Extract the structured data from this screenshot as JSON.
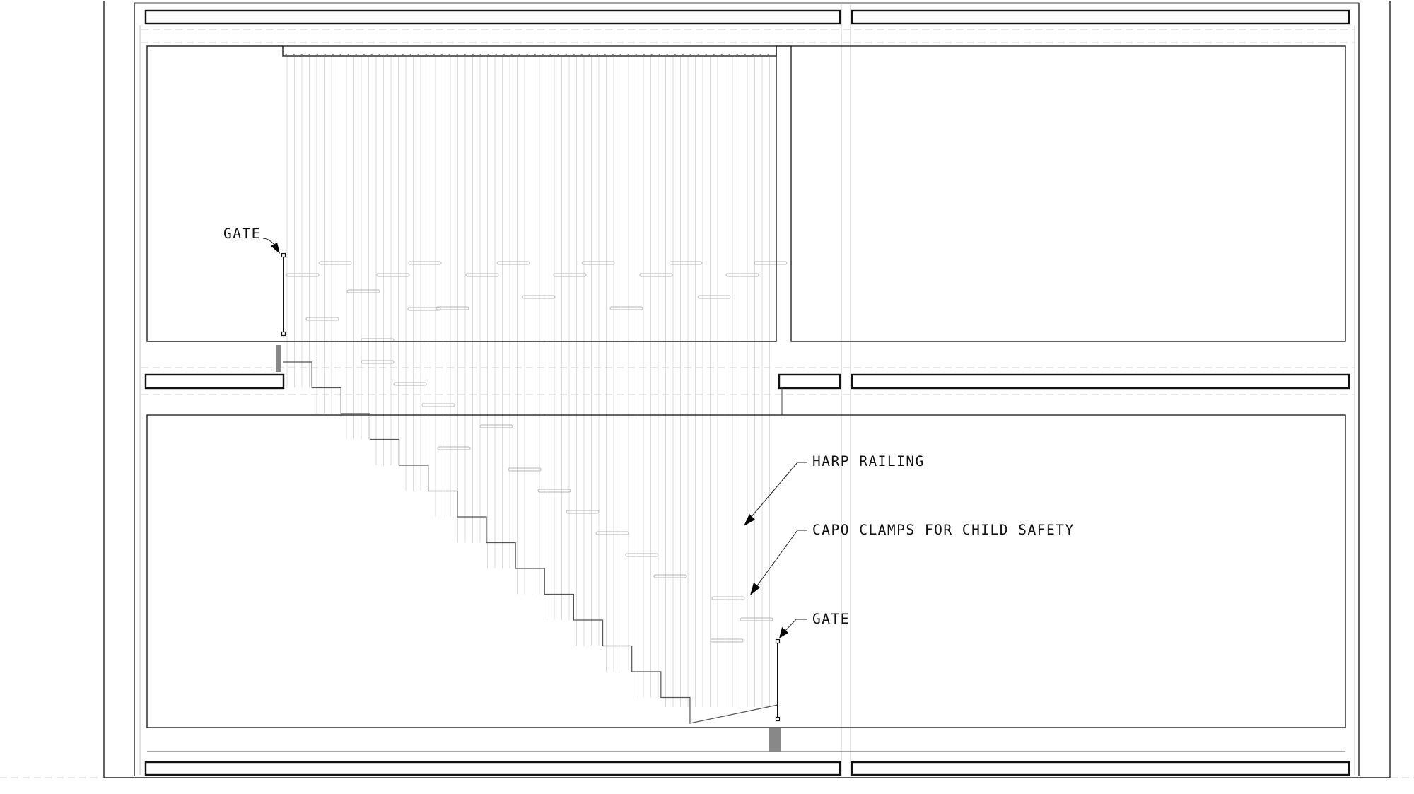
{
  "drawing": {
    "type": "architectural section",
    "subject": "staircase with harp railing"
  },
  "annotations": {
    "gate_upper": "GATE",
    "harp_railing": "HARP RAILING",
    "capo_clamps": "CAPO CLAMPS FOR CHILD SAFETY",
    "gate_lower": "GATE"
  },
  "colors": {
    "line": "#111111",
    "string": "#d9d9d9",
    "post": "#888888",
    "background": "#ffffff"
  }
}
